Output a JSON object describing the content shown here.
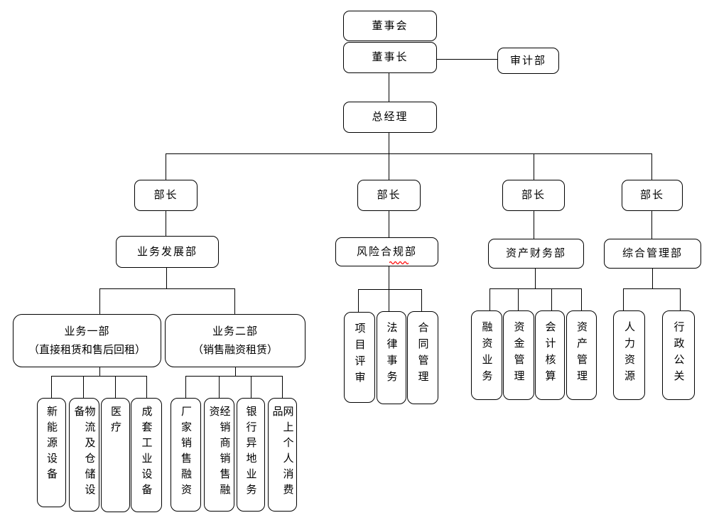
{
  "diagram": {
    "type": "org-chart",
    "top": {
      "board": "董事会",
      "chairman": "董事长",
      "audit_dept": "审计部",
      "general_manager": "总经理"
    },
    "minister_label": "部长",
    "branches": [
      {
        "dept": "业务发展部",
        "sub_departments": [
          {
            "title": "业务一部",
            "subtitle": "（直接租赁和售后回租）",
            "items": [
              "新能源设备",
              "物流及仓储设备",
              "医疗",
              "成套工业设备"
            ]
          },
          {
            "title": "业务二部",
            "subtitle": "（销售融资租赁）",
            "items": [
              "厂家销售融资",
              "经销商销售融资",
              "银行异地业务",
              "网上个人消费品"
            ]
          }
        ]
      },
      {
        "dept": "风险合规部",
        "spellcheck_marked_text": "规",
        "items": [
          "项目评审",
          "法律事务",
          "合同管理"
        ]
      },
      {
        "dept": "资产财务部",
        "items": [
          "融资业务",
          "资金管理",
          "会计核算",
          "资产管理"
        ]
      },
      {
        "dept": "综合管理部",
        "items": [
          "人力资源",
          "行政公关"
        ]
      }
    ],
    "colors": {
      "box_fill": "#ffffff",
      "box_border": "#000000",
      "connector_line": "#000000",
      "text": "#000000",
      "spellcheck_underline": "#ff0000"
    }
  }
}
